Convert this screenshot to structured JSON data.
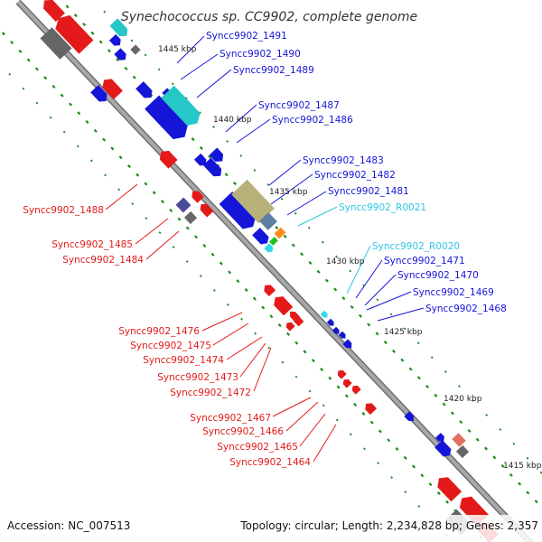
{
  "title": "Synechococcus sp. CC9902, complete genome",
  "footer": {
    "accession": "Accession: NC_007513",
    "summary": "Topology: circular; Length: 2,234,828 bp; Genes: 2,357"
  },
  "colors": {
    "forward_cds": "#1515d8",
    "reverse_cds": "#e41a1a",
    "rna": "#30d8e8",
    "backbone": "#8c8c8c",
    "tick": "#1c8a1c",
    "cog_gray": "#666666",
    "cog_teal": "#25c7c7",
    "cog_olive": "#b8b27a",
    "cog_steel": "#5d7fa6",
    "cog_orange": "#ff8a1a",
    "cog_green": "#22bb22",
    "cog_indigo": "#4b4b9a",
    "cog_salmon": "#e07060"
  },
  "scale_labels": [
    {
      "id": "kbp-1445",
      "text": "1445 kbp"
    },
    {
      "id": "kbp-1440",
      "text": "1440 kbp"
    },
    {
      "id": "kbp-1435",
      "text": "1435 kbp"
    },
    {
      "id": "kbp-1430",
      "text": "1430 kbp"
    },
    {
      "id": "kbp-1425",
      "text": "1425 kbp"
    },
    {
      "id": "kbp-1420",
      "text": "1420 kbp"
    },
    {
      "id": "kbp-1415",
      "text": "1415 kbp"
    }
  ],
  "gene_labels": [
    {
      "id": "Syncc9902_1491",
      "text": "Syncc9902_1491",
      "strand": "forward"
    },
    {
      "id": "Syncc9902_1490",
      "text": "Syncc9902_1490",
      "strand": "forward"
    },
    {
      "id": "Syncc9902_1489",
      "text": "Syncc9902_1489",
      "strand": "forward"
    },
    {
      "id": "Syncc9902_1487",
      "text": "Syncc9902_1487",
      "strand": "forward"
    },
    {
      "id": "Syncc9902_1486",
      "text": "Syncc9902_1486",
      "strand": "forward"
    },
    {
      "id": "Syncc9902_1483",
      "text": "Syncc9902_1483",
      "strand": "forward"
    },
    {
      "id": "Syncc9902_1482",
      "text": "Syncc9902_1482",
      "strand": "forward"
    },
    {
      "id": "Syncc9902_1481",
      "text": "Syncc9902_1481",
      "strand": "forward"
    },
    {
      "id": "Syncc9902_R0021",
      "text": "Syncc9902_R0021",
      "strand": "rna"
    },
    {
      "id": "Syncc9902_R0020",
      "text": "Syncc9902_R0020",
      "strand": "rna"
    },
    {
      "id": "Syncc9902_1471",
      "text": "Syncc9902_1471",
      "strand": "forward"
    },
    {
      "id": "Syncc9902_1470",
      "text": "Syncc9902_1470",
      "strand": "forward"
    },
    {
      "id": "Syncc9902_1469",
      "text": "Syncc9902_1469",
      "strand": "forward"
    },
    {
      "id": "Syncc9902_1468",
      "text": "Syncc9902_1468",
      "strand": "forward"
    },
    {
      "id": "Syncc9902_1488",
      "text": "Syncc9902_1488",
      "strand": "reverse"
    },
    {
      "id": "Syncc9902_1485",
      "text": "Syncc9902_1485",
      "strand": "reverse"
    },
    {
      "id": "Syncc9902_1484",
      "text": "Syncc9902_1484",
      "strand": "reverse"
    },
    {
      "id": "Syncc9902_1476",
      "text": "Syncc9902_1476",
      "strand": "reverse"
    },
    {
      "id": "Syncc9902_1475",
      "text": "Syncc9902_1475",
      "strand": "reverse"
    },
    {
      "id": "Syncc9902_1474",
      "text": "Syncc9902_1474",
      "strand": "reverse"
    },
    {
      "id": "Syncc9902_1473",
      "text": "Syncc9902_1473",
      "strand": "reverse"
    },
    {
      "id": "Syncc9902_1472",
      "text": "Syncc9902_1472",
      "strand": "reverse"
    },
    {
      "id": "Syncc9902_1467",
      "text": "Syncc9902_1467",
      "strand": "reverse"
    },
    {
      "id": "Syncc9902_1466",
      "text": "Syncc9902_1466",
      "strand": "reverse"
    },
    {
      "id": "Syncc9902_1465",
      "text": "Syncc9902_1465",
      "strand": "reverse"
    },
    {
      "id": "Syncc9902_1464",
      "text": "Syncc9902_1464",
      "strand": "reverse"
    }
  ]
}
